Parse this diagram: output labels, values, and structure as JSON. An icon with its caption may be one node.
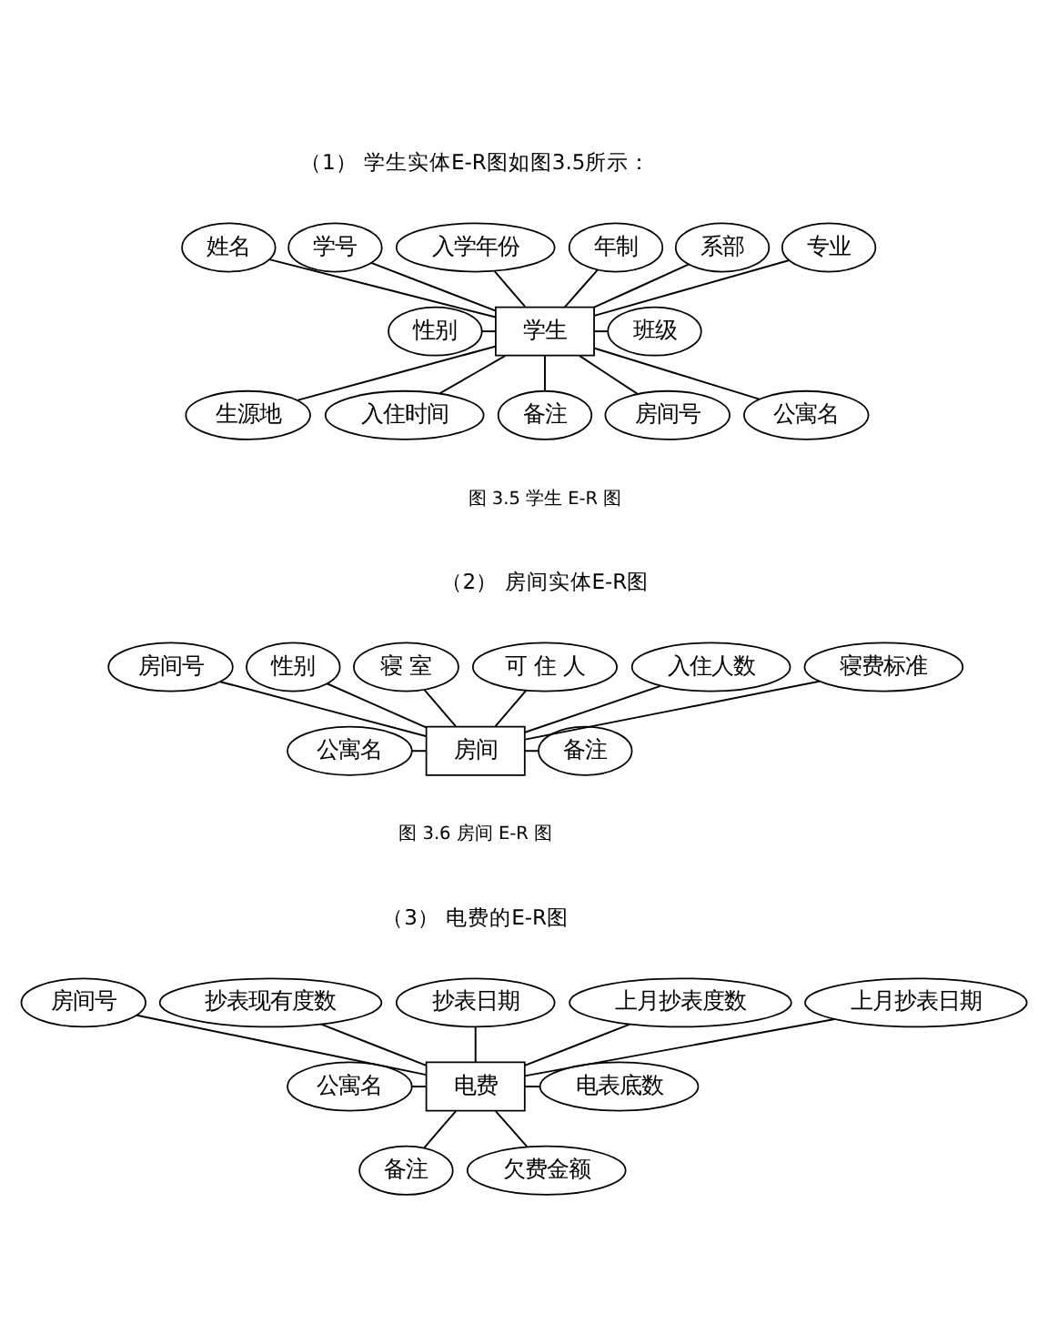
{
  "diagram": {
    "nodes": [
      {
        "text": [
          "学号"
        ]
      },
      {
        "text": [
          "入学年份"
        ]
      },
      {
        "text": [
          "年制"
        ]
      },
      {
        "text": [
          "系部"
        ]
      },
      {
        "text": [
          "专业"
        ]
      },
      {
        "text": [
          "姓名"
        ]
      },
      {
        "text": [
          "班级"
        ]
      },
      {
        "text": [
          "性别"
        ]
      },
      {
        "text": [
          "学生"
        ]
      },
      {
        "text": [
          "公寓名"
        ]
      },
      {
        "text": [
          "生源地"
        ]
      },
      {
        "text": [
          "入住时间"
        ]
      },
      {
        "text": [
          "备注"
        ]
      },
      {
        "text": [
          "房间号"
        ]
      },
      {
        "text": [
          "性别"
        ]
      },
      {
        "text": [
          "寝 室"
        ]
      },
      {
        "text": [
          "可 住 人"
        ]
      },
      {
        "text": [
          "入住人数"
        ]
      },
      {
        "text": [
          "房间号"
        ]
      },
      {
        "text": [
          "寝费标准"
        ]
      },
      {
        "text": [
          "公寓名"
        ]
      },
      {
        "text": [
          "房间"
        ]
      },
      {
        "text": [
          "备注"
        ]
      },
      {
        "text": [
          "抄表现有度数"
        ]
      },
      {
        "text": [
          "抄表日期"
        ]
      },
      {
        "text": [
          "上月抄表度数"
        ]
      },
      {
        "text": [
          "房间号"
        ]
      },
      {
        "text": [
          "上月抄表日期"
        ]
      },
      {
        "text": [
          "公寓名"
        ]
      },
      {
        "text": [
          "电费"
        ]
      },
      {
        "text": [
          "电表底数"
        ]
      },
      {
        "text": [
          "备注"
        ]
      },
      {
        "text": [
          "欠费金额"
        ]
      }
    ],
    "edges": [
      {
        "from": 5,
        "to": 8,
        "arrow": "none"
      },
      {
        "from": 0,
        "to": 8,
        "arrow": "none"
      },
      {
        "from": 1,
        "to": 8,
        "arrow": "none"
      },
      {
        "from": 2,
        "to": 8,
        "arrow": "none"
      },
      {
        "from": 3,
        "to": 8,
        "arrow": "none"
      },
      {
        "from": 4,
        "to": 8,
        "arrow": "none"
      },
      {
        "from": 7,
        "to": 8,
        "arrow": "none"
      },
      {
        "from": 8,
        "to": 6,
        "arrow": "none"
      },
      {
        "from": 8,
        "to": 10,
        "arrow": "none"
      },
      {
        "from": 8,
        "to": 11,
        "arrow": "none"
      },
      {
        "from": 8,
        "to": 12,
        "arrow": "none"
      },
      {
        "from": 8,
        "to": 13,
        "arrow": "none"
      },
      {
        "from": 8,
        "to": 9,
        "arrow": "none"
      },
      {
        "from": 18,
        "to": 21,
        "arrow": "none"
      },
      {
        "from": 14,
        "to": 21,
        "arrow": "none"
      },
      {
        "from": 15,
        "to": 21,
        "arrow": "none"
      },
      {
        "from": 16,
        "to": 21,
        "arrow": "none"
      },
      {
        "from": 17,
        "to": 21,
        "arrow": "none"
      },
      {
        "from": 19,
        "to": 21,
        "arrow": "none"
      },
      {
        "from": 20,
        "to": 21,
        "arrow": "none"
      },
      {
        "from": 21,
        "to": 22,
        "arrow": "none"
      },
      {
        "from": 26,
        "to": 29,
        "arrow": "none"
      },
      {
        "from": 23,
        "to": 29,
        "arrow": "none"
      },
      {
        "from": 24,
        "to": 29,
        "arrow": "none"
      },
      {
        "from": 25,
        "to": 29,
        "arrow": "none"
      },
      {
        "from": 27,
        "to": 29,
        "arrow": "none"
      },
      {
        "from": 28,
        "to": 29,
        "arrow": "none"
      },
      {
        "from": 29,
        "to": 30,
        "arrow": "none"
      },
      {
        "from": 29,
        "to": 31,
        "arrow": "none"
      },
      {
        "from": 29,
        "to": 32,
        "arrow": "none"
      }
    ],
    "labels": [
      "（1） 学生实体E-R图如图3.5所示：",
      "图 3.5 学生 E-R 图",
      "（2） 房间实体E-R图",
      "图 3.6 房间 E-R 图",
      "（3） 电费的E-R图"
    ]
  }
}
